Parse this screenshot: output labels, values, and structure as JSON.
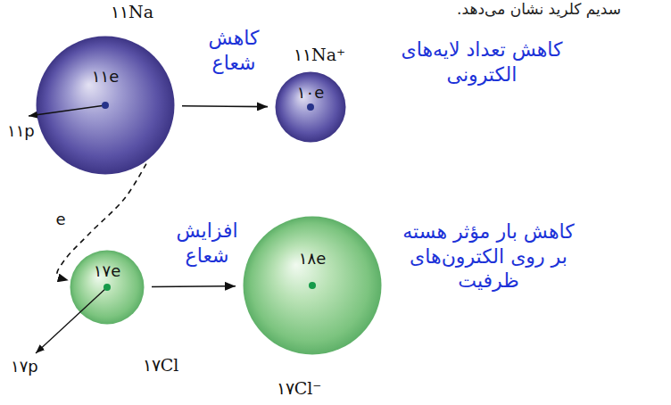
{
  "diagram": {
    "nodes": [
      {
        "text": [
          "۱۱Na",
          "۱۱e"
        ]
      },
      {
        "text": [
          "۱۱Na⁺",
          "۱۰e"
        ]
      },
      {
        "text": [
          "۱۷Cl",
          "۱۷e"
        ]
      },
      {
        "text": [
          "۱۷Cl⁻",
          "۱۸e"
        ]
      }
    ],
    "edges": [
      {
        "from": 0,
        "to": 1,
        "arrow": "to",
        "label": "کاهش شعاع"
      },
      {
        "from": 0,
        "to": 2,
        "arrow": "to",
        "label": "e"
      },
      {
        "from": 2,
        "to": 3,
        "arrow": "to",
        "label": "افزایش شعاع"
      }
    ],
    "labels": [
      "سدیم کلرید نشان می‌دهد.",
      "۱۱p",
      "۱۷p",
      "کاهش تعداد لایه‌های الکترونی",
      "کاهش بار مؤثر هسته بر روی الکترون‌های ظرفیت"
    ]
  }
}
